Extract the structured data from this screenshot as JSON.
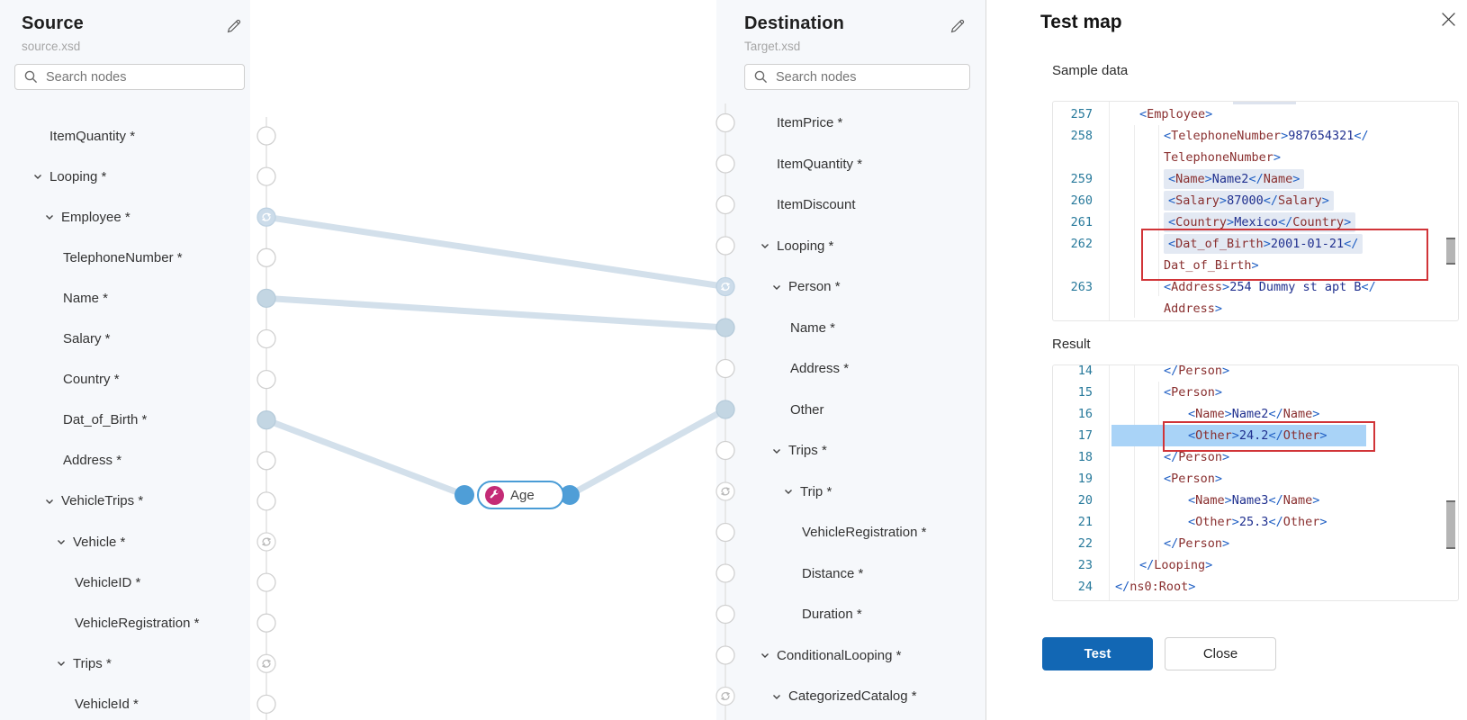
{
  "colors": {
    "primary_button": "#1267b4",
    "function_node_accent": "#c42b76",
    "connection_edge": "#d3e0eb",
    "annotation_box": "#d13438",
    "panel_background": "#f6f8fb"
  },
  "source_panel": {
    "title": "Source",
    "subtitle": "source.xsd",
    "edit_icon": "pencil-icon",
    "search": {
      "placeholder": "Search nodes",
      "value": "",
      "icon": "search-icon"
    },
    "tree": [
      {
        "label": "ItemQuantity *",
        "indent": 1,
        "chevron": false,
        "handle": "plain"
      },
      {
        "label": "Looping *",
        "indent": 1,
        "chevron": true,
        "handle": "plain"
      },
      {
        "label": "Employee *",
        "indent": 2,
        "chevron": true,
        "handle": "loop-active"
      },
      {
        "label": "TelephoneNumber *",
        "indent": 3,
        "chevron": false,
        "handle": "plain"
      },
      {
        "label": "Name *",
        "indent": 3,
        "chevron": false,
        "handle": "connected"
      },
      {
        "label": "Salary *",
        "indent": 3,
        "chevron": false,
        "handle": "plain"
      },
      {
        "label": "Country *",
        "indent": 3,
        "chevron": false,
        "handle": "plain"
      },
      {
        "label": "Dat_of_Birth *",
        "indent": 3,
        "chevron": false,
        "handle": "connected"
      },
      {
        "label": "Address *",
        "indent": 3,
        "chevron": false,
        "handle": "plain"
      },
      {
        "label": "VehicleTrips *",
        "indent": 2,
        "chevron": true,
        "handle": "plain"
      },
      {
        "label": "Vehicle *",
        "indent": 3,
        "chevron": true,
        "handle": "loop"
      },
      {
        "label": "VehicleID *",
        "indent": 4,
        "chevron": false,
        "handle": "plain"
      },
      {
        "label": "VehicleRegistration *",
        "indent": 4,
        "chevron": false,
        "handle": "plain"
      },
      {
        "label": "Trips *",
        "indent": 3,
        "chevron": true,
        "handle": "loop"
      },
      {
        "label": "VehicleId *",
        "indent": 4,
        "chevron": false,
        "handle": "plain"
      }
    ]
  },
  "destination_panel": {
    "title": "Destination",
    "subtitle": "Target.xsd",
    "edit_icon": "pencil-icon",
    "search": {
      "placeholder": "Search nodes",
      "value": "",
      "icon": "search-icon"
    },
    "tree": [
      {
        "label": "ItemPrice *",
        "indent": 1,
        "chevron": false,
        "handle": "plain"
      },
      {
        "label": "ItemQuantity *",
        "indent": 1,
        "chevron": false,
        "handle": "plain"
      },
      {
        "label": "ItemDiscount",
        "indent": 1,
        "chevron": false,
        "handle": "plain"
      },
      {
        "label": "Looping *",
        "indent": 1,
        "chevron": true,
        "handle": "plain"
      },
      {
        "label": "Person *",
        "indent": 2,
        "chevron": true,
        "handle": "loop-active"
      },
      {
        "label": "Name *",
        "indent": 3,
        "chevron": false,
        "handle": "connected"
      },
      {
        "label": "Address *",
        "indent": 3,
        "chevron": false,
        "handle": "plain"
      },
      {
        "label": "Other",
        "indent": 3,
        "chevron": false,
        "handle": "connected"
      },
      {
        "label": "Trips *",
        "indent": 2,
        "chevron": true,
        "handle": "plain"
      },
      {
        "label": "Trip *",
        "indent": 3,
        "chevron": true,
        "handle": "loop"
      },
      {
        "label": "VehicleRegistration *",
        "indent": 4,
        "chevron": false,
        "handle": "plain"
      },
      {
        "label": "Distance *",
        "indent": 4,
        "chevron": false,
        "handle": "plain"
      },
      {
        "label": "Duration *",
        "indent": 4,
        "chevron": false,
        "handle": "plain"
      },
      {
        "label": "ConditionalLooping *",
        "indent": 1,
        "chevron": true,
        "handle": "plain"
      },
      {
        "label": "CategorizedCatalog *",
        "indent": 2,
        "chevron": true,
        "handle": "loop"
      }
    ]
  },
  "canvas": {
    "function_node": {
      "label": "Age",
      "icon": "wrench-function-icon"
    },
    "connections": [
      {
        "from": "Employee",
        "to": "Person"
      },
      {
        "from": "Name",
        "to": "Name"
      },
      {
        "from": "Dat_of_Birth",
        "to": "Age"
      },
      {
        "from": "Age",
        "to": "Other"
      }
    ]
  },
  "test_panel": {
    "title": "Test map",
    "close_icon": "close-icon",
    "sample_label": "Sample data",
    "result_label": "Result",
    "buttons": {
      "test": "Test",
      "close": "Close"
    },
    "sample_code": [
      {
        "num": "257",
        "indent": 1,
        "text": "<Employee>"
      },
      {
        "num": "258",
        "indent": 2,
        "text": "<TelephoneNumber>987654321</"
      },
      {
        "num": "",
        "indent": 2,
        "text": "TelephoneNumber>",
        "wrap": true
      },
      {
        "num": "259",
        "indent": 2,
        "text": "<Name>Name2</Name>",
        "sel": true
      },
      {
        "num": "260",
        "indent": 2,
        "text": "<Salary>87000</Salary>",
        "sel": true
      },
      {
        "num": "261",
        "indent": 2,
        "text": "<Country>Mexico</Country>",
        "sel": true
      },
      {
        "num": "262",
        "indent": 2,
        "text": "<Dat_of_Birth>2001-01-21</",
        "sel": true
      },
      {
        "num": "",
        "indent": 2,
        "text": "Dat_of_Birth>",
        "wrap": true
      },
      {
        "num": "263",
        "indent": 2,
        "text": "<Address>254 Dummy st apt B</"
      },
      {
        "num": "",
        "indent": 2,
        "text": "Address>",
        "wrap": true
      }
    ],
    "result_code": [
      {
        "num": "14",
        "indent": 2,
        "text": "</Person>"
      },
      {
        "num": "15",
        "indent": 2,
        "text": "<Person>"
      },
      {
        "num": "16",
        "indent": 3,
        "text": "<Name>Name2</Name>"
      },
      {
        "num": "17",
        "indent": 3,
        "text": "<Other>24.2</Other>",
        "strong": true
      },
      {
        "num": "18",
        "indent": 2,
        "text": "</Person>"
      },
      {
        "num": "19",
        "indent": 2,
        "text": "<Person>"
      },
      {
        "num": "20",
        "indent": 3,
        "text": "<Name>Name3</Name>"
      },
      {
        "num": "21",
        "indent": 3,
        "text": "<Other>25.3</Other>"
      },
      {
        "num": "22",
        "indent": 2,
        "text": "</Person>"
      },
      {
        "num": "23",
        "indent": 1,
        "text": "</Looping>"
      },
      {
        "num": "24",
        "indent": 0,
        "text": "</ns0:Root>"
      }
    ]
  }
}
